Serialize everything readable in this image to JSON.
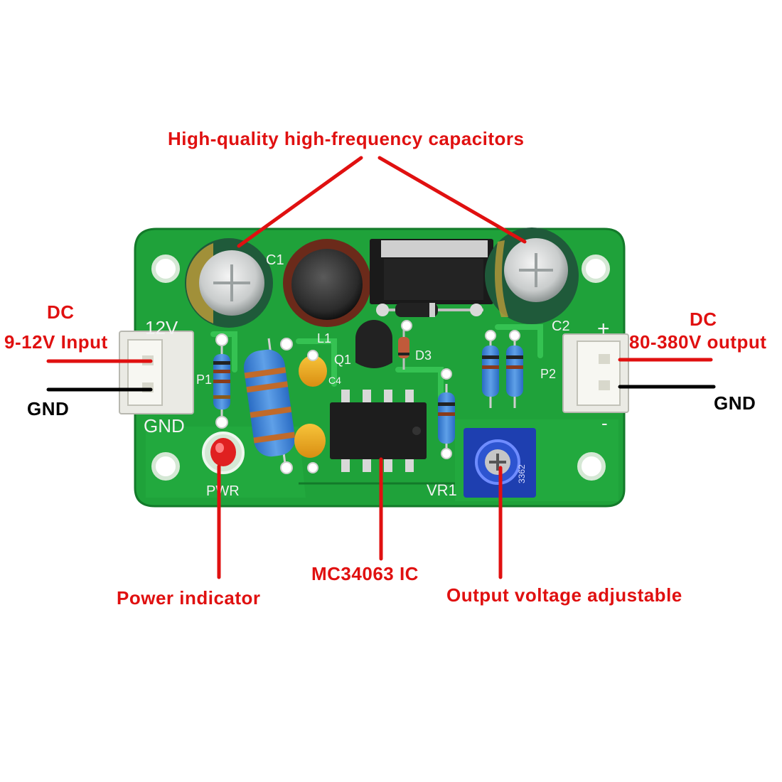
{
  "callouts": {
    "capacitors": "High-quality high-frequency capacitors",
    "dc_in_head": "DC",
    "dc_in_range": "9-12V Input",
    "gnd_left": "GND",
    "dc_out_head": "DC",
    "dc_out_range": "80-380V output",
    "gnd_right": "GND",
    "power_indicator": "Power indicator",
    "ic": "MC34063 IC",
    "adjust": "Output voltage adjustable"
  },
  "board": {
    "silk_12v": "12V",
    "silk_gnd": "GND",
    "silk_p1": "P1",
    "silk_p2": "P2",
    "silk_c1": "C1",
    "silk_c2": "C2",
    "silk_l1": "L1",
    "silk_q1": "Q1",
    "silk_d3": "D3",
    "silk_c4": "C4",
    "silk_pwr": "PWR",
    "silk_vr1": "VR1",
    "silk_plus": "+",
    "silk_minus": "-",
    "pot_marking": "3362"
  },
  "colors": {
    "callout_red": "#e01010",
    "pcb_green": "#1fa23a",
    "pcb_dark": "#138a2c",
    "silk_white": "#f2f2f2",
    "cap_green": "#1f5a3a",
    "pot_blue": "#1e3fb0",
    "led_red": "#e02020"
  }
}
